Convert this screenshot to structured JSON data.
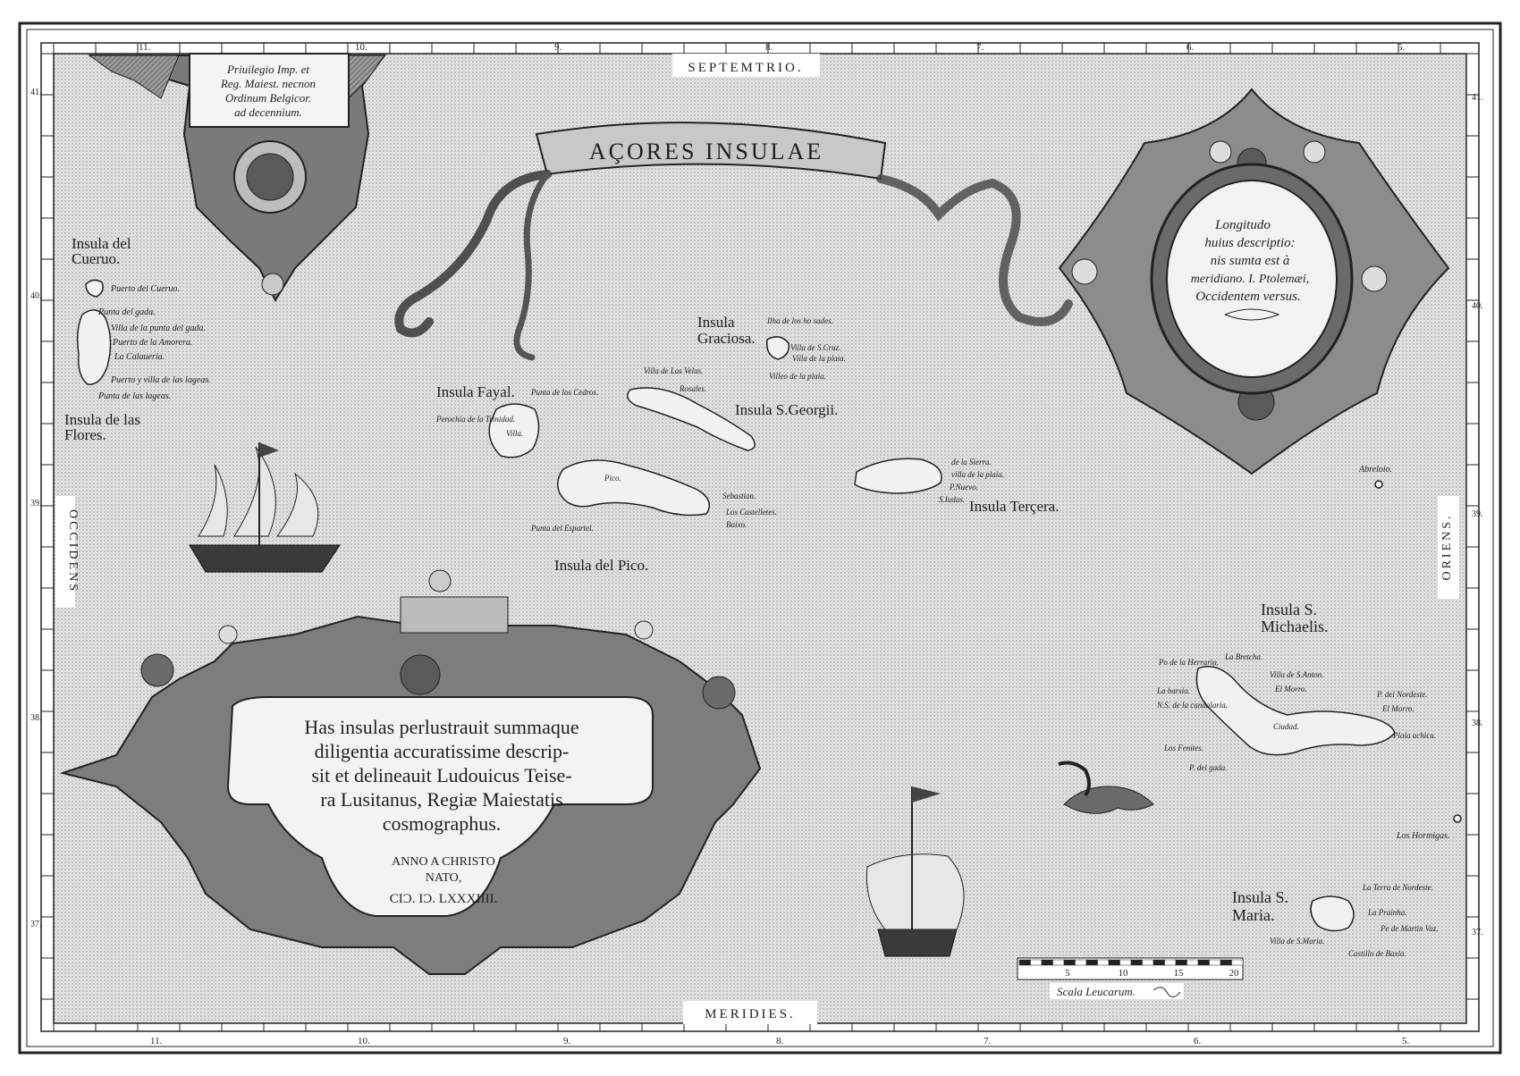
{
  "colors": {
    "sea": "#d9d9d9",
    "ink": "#1f1f1f",
    "land": "#f1f1f1",
    "dark": "#444444",
    "paper": "#ffffff"
  },
  "title": "AÇORES INSULAE",
  "directions": {
    "north": "SEPTEMTRIO.",
    "south": "MERIDIES.",
    "west": "OCCIDENS",
    "east": "ORIENS."
  },
  "privilege": {
    "lines": [
      "Priuilegio Imp. et",
      "Reg. Maiest. necnon",
      "Ordinum Belgicor.",
      "ad decennium."
    ]
  },
  "longitude_note": {
    "lines": [
      "Longitudo",
      "huius descriptio:",
      "nis sumta est à",
      "meridiano. I. Ptolemæi,",
      "Occidentem versus."
    ]
  },
  "cartouche": {
    "lines": [
      "Has insulas perlustrauit summaque",
      "diligentia accuratissime descrip-",
      "sit et delineauit Ludouicus Teise-",
      "ra Lusitanus, Regiæ Maiestatis",
      "cosmographus."
    ],
    "year_lines": [
      "ANNO A CHRISTO",
      "NATO,",
      "CIƆ. IƆ. LXXXIIII."
    ]
  },
  "scale": {
    "ticks": [
      "5",
      "10",
      "15",
      "20"
    ],
    "label": "Scala Leucarum."
  },
  "top_longitudes": [
    "11.",
    "10.",
    "9.",
    "8.",
    "7.",
    "6.",
    "5."
  ],
  "bottom_longitudes": [
    "11.",
    "10.",
    "9.",
    "8.",
    "7.",
    "6.",
    "5."
  ],
  "left_latitudes": [
    "41.",
    "40.",
    "39.",
    "38.",
    "37."
  ],
  "right_latitudes": [
    "41.",
    "40.",
    "39.",
    "38.",
    "37."
  ],
  "islands": {
    "cueruo": {
      "name_lines": [
        "Insula del",
        "Cueruo."
      ],
      "places": [
        "Puerto del Cueruo."
      ]
    },
    "flores": {
      "name_lines": [
        "Insula de las",
        "Flores."
      ],
      "places": [
        "Punta del gada.",
        "Villa de la punta del gada.",
        "Puerto de la Amorera.",
        "La Calaueria.",
        "Puerto y villa de las lageas.",
        "Punta de las lageas."
      ]
    },
    "fayal": {
      "name": "Insula Fayal.",
      "places": [
        "Punta de los Cedros.",
        "Perochia de la Trinidad.",
        "Villa."
      ]
    },
    "graciosa": {
      "name_lines": [
        "Insula",
        "Graciosa."
      ],
      "places": [
        "Ilha de los ho sades.",
        "Villa de S.Cruz.",
        "Villa de la plaia.",
        "Villeo de la plaia."
      ]
    },
    "georgii": {
      "name": "Insula S.Georgii.",
      "places": [
        "Villa de Las Velas.",
        "Rosales.",
        "Sebastian.",
        "Los Castelletes.",
        "Baixo."
      ]
    },
    "pico": {
      "name": "Insula del Pico.",
      "places": [
        "Pico.",
        "Punta del Espartel."
      ]
    },
    "tercera": {
      "name": "Insula Terçera.",
      "places": [
        "de la Sierra.",
        "villa de la plaia.",
        "P.Nuevo.",
        "S.Iudas."
      ]
    },
    "michaelis": {
      "name_lines": [
        "Insula S.",
        "Michaelis."
      ],
      "places": [
        "Po de la Herraria.",
        "La barsia.",
        "N.S. de la candalaria.",
        "Los Fenites.",
        "P. del gada.",
        "Ciudad.",
        "El Morro.",
        "La Bretcha.",
        "Villa de S.Anton.",
        "Plaia achica.",
        "El Morro.",
        "P. del Nordeste."
      ]
    },
    "maria": {
      "name_lines": [
        "Insula S.",
        "Maria."
      ],
      "places": [
        "La Terra de Nordeste.",
        "La Prainha.",
        "Villa de S.Maria.",
        "Castillo de Baxla.",
        "Pe de Martin Vaz."
      ]
    },
    "misc": {
      "hormigas": "Los Hormigas.",
      "abreloio": "Abreloio."
    }
  }
}
